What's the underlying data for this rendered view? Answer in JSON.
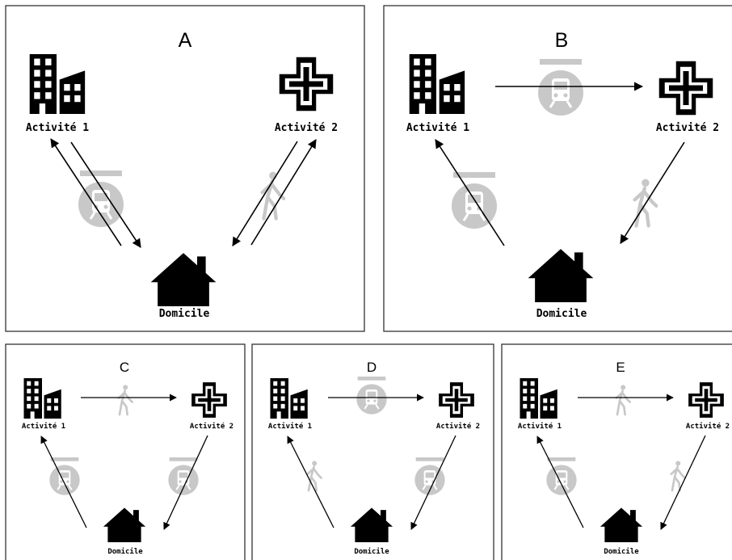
{
  "panels": [
    {
      "letter": "A",
      "labels": {
        "act1": "Activité 1",
        "act2": "Activité 2",
        "home": "Domicile"
      }
    },
    {
      "letter": "B",
      "labels": {
        "act1": "Activité 1",
        "act2": "Activité 2",
        "home": "Domicile"
      }
    },
    {
      "letter": "C",
      "labels": {
        "act1": "Activité 1",
        "act2": "Activité 2",
        "home": "Domicile"
      }
    },
    {
      "letter": "D",
      "labels": {
        "act1": "Activité 1",
        "act2": "Activité 2",
        "home": "Domicile"
      }
    },
    {
      "letter": "E",
      "labels": {
        "act1": "Activité 1",
        "act2": "Activité 2",
        "home": "Domicile"
      }
    }
  ],
  "colors": {
    "stroke": "#000000",
    "icon_fill": "#000000",
    "mode_icon_gray": "#c8c8c8",
    "frame": "#333333"
  }
}
